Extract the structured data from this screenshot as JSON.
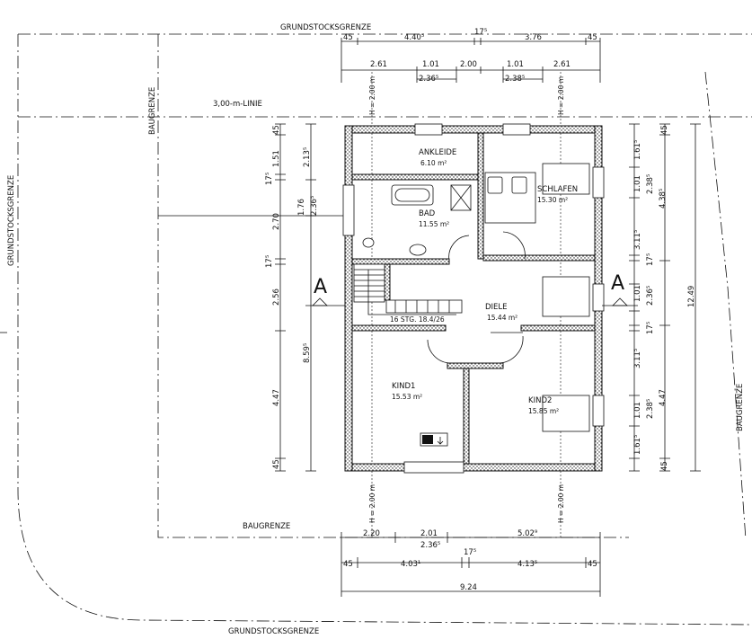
{
  "boundaries": {
    "grundstuecksgrenze_top": "GRUNDSTOCKSGRENZE",
    "grundstuecksgrenze_bottom": "GRUNDSTOCKSGRENZE",
    "grundstuecksgrenze_left": "GRUNDSTOCKSGRENZE",
    "baugrenze_left": "BAUGRENZE",
    "baugrenze_right": "BAUGRENZE",
    "baugrenze_bottom": "BAUGRENZE",
    "line_3m": "3,00-m-LINIE"
  },
  "rooms": {
    "ankleide": {
      "name": "ANKLEIDE",
      "area": "6.10 m²"
    },
    "bad": {
      "name": "BAD",
      "area": "11.55 m²"
    },
    "schlafen": {
      "name": "SCHLAFEN",
      "area": "15.30 m²"
    },
    "diele": {
      "name": "DIELE",
      "area": "15.44 m²"
    },
    "kind1": {
      "name": "KIND1",
      "area": "15.53 m²"
    },
    "kind2": {
      "name": "KIND2",
      "area": "15.85 m²"
    }
  },
  "stairs": "16 STG. 18.4/26",
  "section": {
    "left": "A",
    "right": "A"
  },
  "heights": {
    "h1": "H = 2.00 m",
    "h2": "H = 2.00 m",
    "h3": "H = 2.00 m",
    "h4": "H = 2.00 m"
  },
  "dims_top": {
    "row1": [
      "45",
      "4.40⁵",
      "17⁵",
      "3.76",
      "45"
    ],
    "row2": [
      "2.61",
      "1.01",
      "2.00",
      "1.01",
      "2.61"
    ],
    "row2_sub": [
      "2.36⁵",
      "2.38⁵"
    ]
  },
  "dims_bottom": {
    "row1": [
      "2.20",
      "2.01",
      "5.02⁹"
    ],
    "row1_sub": "2.36⁵",
    "row2": [
      "45",
      "4.03¹",
      "17⁵",
      "4.13⁵",
      "45"
    ],
    "total": "9.24"
  },
  "dims_left": {
    "outer": [
      "45",
      "1.51",
      "17⁵",
      "2.70",
      "17⁵",
      "2.56",
      "4.47",
      "45"
    ],
    "inner": [
      "2.13⁵",
      "1.76",
      "2.36⁵",
      "8.59⁵"
    ]
  },
  "dims_right": {
    "inner": [
      "45",
      "1.61⁵",
      "1.01",
      "2.38⁵",
      "3.11⁵",
      "17⁵",
      "1.01",
      "2.36⁵",
      "17⁵",
      "3.11⁵",
      "1.01",
      "2.38⁵",
      "1.61⁵",
      "45"
    ],
    "outer": [
      "4.38⁵",
      "4.47"
    ],
    "total": "12.49"
  }
}
